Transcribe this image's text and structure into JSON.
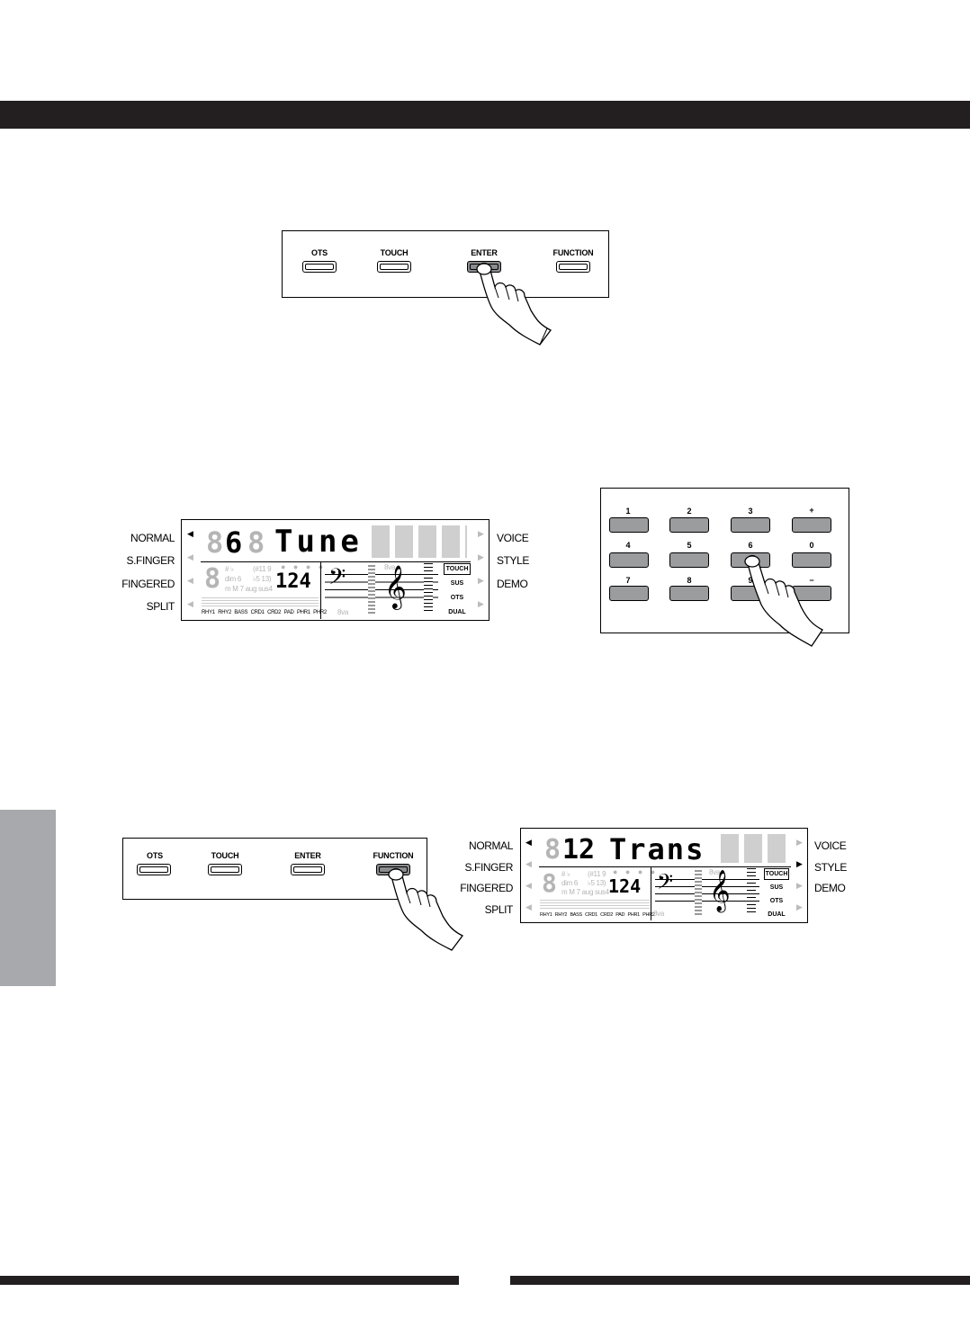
{
  "panel_top": {
    "buttons": [
      {
        "label": "OTS"
      },
      {
        "label": "TOUCH"
      },
      {
        "label": "ENTER"
      },
      {
        "label": "FUNCTION"
      }
    ]
  },
  "display1": {
    "left_modes": [
      "NORMAL",
      "S.FINGER",
      "FINGERED",
      "SPLIT"
    ],
    "right_modes": [
      "VOICE",
      "STYLE",
      "DEMO"
    ],
    "number": "6",
    "text": "Tune",
    "tempo": "124",
    "chord_marks": "# ♭",
    "chord_types": "dim 6",
    "chord_types2": "m M 7 aug sus4",
    "ext1": "(#11 9",
    "ext2": "♭5 13)",
    "track_labels": [
      "RHY1",
      "RHY2",
      "BASS",
      "CRD1",
      "CRD2",
      "PAD",
      "PHR1",
      "PHR2"
    ],
    "status": [
      "TOUCH",
      "SUS",
      "OTS",
      "DUAL"
    ],
    "octave_up": "8va",
    "octave_down": "8va"
  },
  "keypad": {
    "keys": [
      {
        "label": "1"
      },
      {
        "label": "2"
      },
      {
        "label": "3"
      },
      {
        "label": "+"
      },
      {
        "label": "4"
      },
      {
        "label": "5"
      },
      {
        "label": "6"
      },
      {
        "label": "0"
      },
      {
        "label": "7"
      },
      {
        "label": "8"
      },
      {
        "label": "9"
      },
      {
        "label": "−"
      }
    ]
  },
  "panel_bottom": {
    "buttons": [
      {
        "label": "OTS"
      },
      {
        "label": "TOUCH"
      },
      {
        "label": "ENTER"
      },
      {
        "label": "FUNCTION"
      }
    ]
  },
  "display2": {
    "left_modes": [
      "NORMAL",
      "S.FINGER",
      "FINGERED",
      "SPLIT"
    ],
    "right_modes": [
      "VOICE",
      "STYLE",
      "DEMO"
    ],
    "number": "12",
    "text": "Trans",
    "tempo": "124",
    "chord_marks": "# ♭",
    "chord_types": "dim 6",
    "chord_types2": "m M 7 aug sus4",
    "ext1": "(#11 9",
    "ext2": "♭5 13)",
    "track_labels": [
      "RHY1",
      "RHY2",
      "BASS",
      "CRD1",
      "CRD2",
      "PAD",
      "PHR1",
      "PHR2"
    ],
    "status": [
      "TOUCH",
      "SUS",
      "OTS",
      "DUAL"
    ],
    "octave_up": "8va",
    "octave_down": "8va"
  },
  "colors": {
    "bar": "#231f20",
    "side_tab": "#a7a9ac",
    "pressed_button": "#8a8c8e",
    "key": "#9a9c9e"
  },
  "icons": [
    "pointing-hand-icon",
    "bass-clef-icon",
    "treble-clef-icon",
    "mode-arrow-icon"
  ]
}
